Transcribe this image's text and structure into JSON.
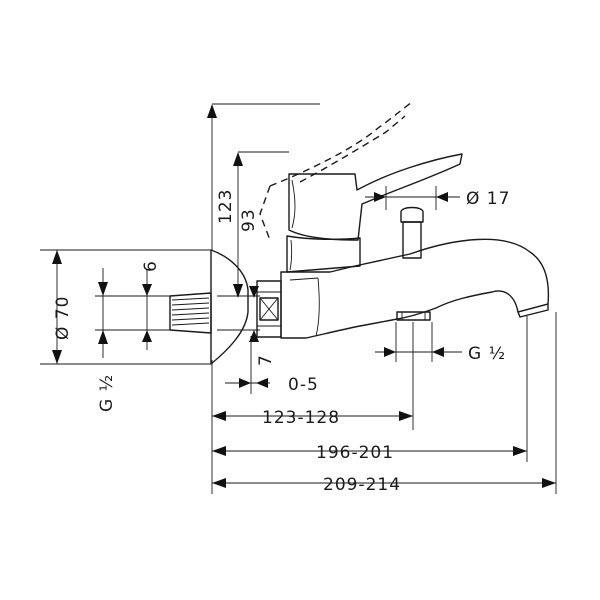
{
  "dimensions": {
    "h_123": "123",
    "h_93": "93",
    "dia_17": "Ø 17",
    "dia_70": "Ø 70",
    "v_6": "6",
    "v_7": "7",
    "g_half_left": "G ½",
    "g_half_right": "G ½",
    "range_0_5": "0-5",
    "range_123_128": "123-128",
    "range_196_201": "196-201",
    "range_209_214": "209-214"
  }
}
